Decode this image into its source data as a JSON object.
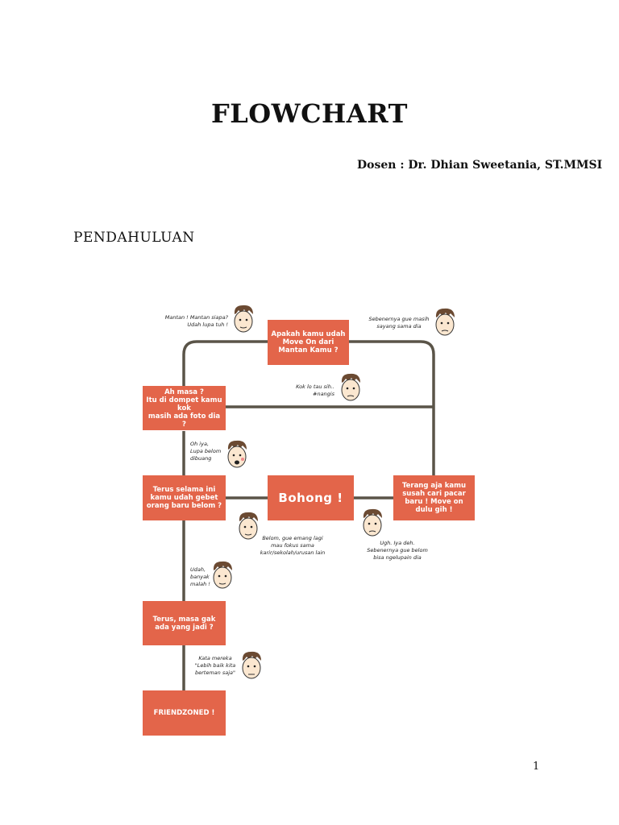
{
  "document": {
    "title": "FLOWCHART",
    "lecturer": "Dosen : Dr. Dhian Sweetania, ST.MMSI",
    "section_heading": "PENDAHULUAN",
    "page_number": "1"
  },
  "flowchart": {
    "box_color": "#e3654a",
    "line_color": "#5a5448",
    "boxes": {
      "question": "Apakah kamu udah\nMove On dari\nMantan Kamu ?",
      "ah_masa": "Ah masa ?\nItu di dompet kamu\nkok\nmasih ada foto dia ?",
      "terus_selama": "Terus selama ini\nkamu udah gebet\norang baru belom ?",
      "bohong": "Bohong !",
      "terang_aja": "Terang aja kamu\nsusah cari pacar\nbaru ! Move on\ndulu gih !",
      "terus_masa": "Terus, masa gak\nada yang jadi ?",
      "friendzoned": "FRIENDZONED !"
    },
    "notes": {
      "mantan": "Mantan ! Mantan siapa?\nUdah lupa tuh !",
      "sebenernya": "Sebenernya gue masih\nsayang sama dia",
      "kok_tau": "Kok lo tau sih..\n#nangis",
      "oh_iya": "Oh iya,\nLupa belom\ndibuang",
      "belom": "Belom, gue emang lagi\nmau fokus sama\nkarir/sekolah/urusan lain",
      "ugh": "Ugh. Iya deh.\nSebenernya gue belom\nbisa ngelupain dia",
      "udah_banyak": "Udah,\nbanyak\nmalah !",
      "kata_mereka": "Kata mereka\n\"Lebih baik kita\nberteman saja\""
    },
    "faces": [
      "face-icon",
      "face-icon",
      "face-icon",
      "face-icon",
      "face-icon",
      "face-icon",
      "face-icon",
      "face-icon"
    ]
  }
}
